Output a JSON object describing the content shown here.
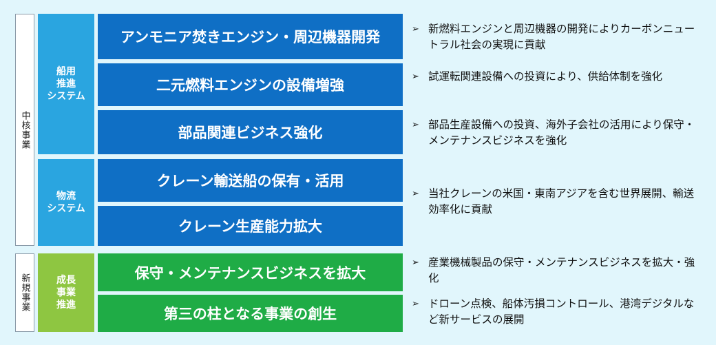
{
  "colors": {
    "background": "#e1f6fc",
    "blue_category": "#2aa5e0",
    "blue_box": "#0f6fc5",
    "green_category": "#8ec641",
    "green_box": "#1fac46"
  },
  "icons": {
    "arrow": "arrow-right-icon"
  },
  "sections": {
    "core": "中核事業",
    "new": "新規事業"
  },
  "categories": {
    "marine": "船用\n推進\nシステム",
    "logistics": "物流\nシステム",
    "growth": "成長\n事業\n推進"
  },
  "initiatives": [
    "アンモニア焚きエンジン・周辺機器開発",
    "二元燃料エンジンの設備増強",
    "部品関連ビジネス強化",
    "クレーン輸送船の保有・活用",
    "クレーン生産能力拡大",
    "保守・メンテナンスビジネスを拡大",
    "第三の柱となる事業の創生"
  ],
  "descriptions": [
    "新燃料エンジンと周辺機器の開発によりカーボンニュートラル社会の実現に貢献",
    "試運転関連設備への投資により、供給体制を強化",
    "部品生産設備への投資、海外子会社の活用により保守・メンテナンスビジネスを強化",
    "当社クレーンの米国・東南アジアを含む世界展開、輸送効率化に貢献",
    "産業機械製品の保守・メンテナンスビジネスを拡大・強化",
    "ドローン点検、船体汚損コントロール、港湾デジタルなど新サービスの展開"
  ]
}
